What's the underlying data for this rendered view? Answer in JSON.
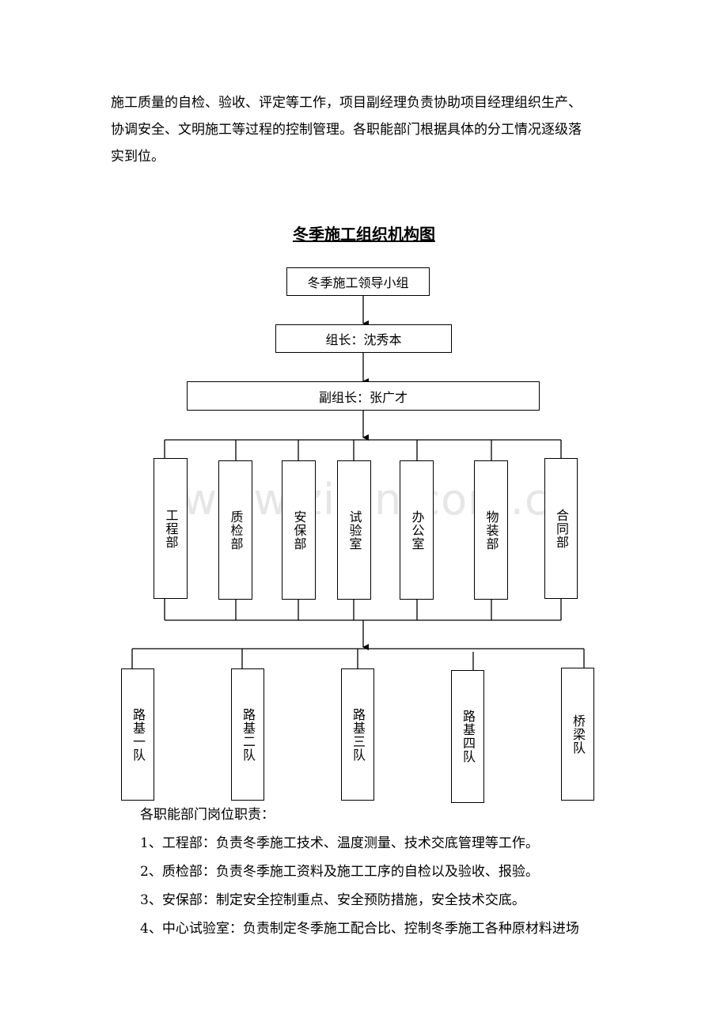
{
  "intro_lines": [
    "施工质量的自检、验收、评定等工作，项目副经理负责协助项目经理组织生产、",
    "协调安全、文明施工等过程的控制管理。各职能部门根据具体的分工情况逐级落",
    "实到位。"
  ],
  "chart_title": "冬季施工组织机构图",
  "org": {
    "leader_group": "冬季施工领导小组",
    "leader": "组长：沈秀本",
    "deputy": "副组长：张广才",
    "departments": [
      "工程部",
      "质检部",
      "安保部",
      "试验室",
      "办公室",
      "物装部",
      "合同部"
    ],
    "teams": [
      "路基一队",
      "路基二队",
      "路基三队",
      "路基四队",
      "桥梁队"
    ]
  },
  "watermark": "www.zixin.com.cn",
  "duties": {
    "heading": "各职能部门岗位职责：",
    "items": [
      "1、工程部：负责冬季施工技术、温度测量、技术交底管理等工作。",
      "2、质检部：负责冬季施工资料及施工工序的自检以及验收、报验。",
      "3、安保部：制定安全控制重点、安全预防措施，安全技术交底。",
      "4、中心试验室：负责制定冬季施工配合比、控制冬季施工各种原材料进场"
    ]
  }
}
